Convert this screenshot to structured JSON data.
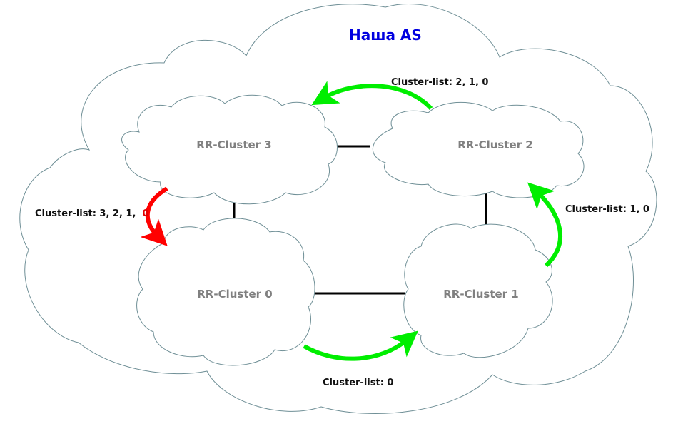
{
  "title": "Наша AS",
  "colors": {
    "title": "#0000e0",
    "cloud_stroke": "#6f8f96",
    "cluster_label": "#808080",
    "link": "#000000",
    "arrow_ok": "#00ee00",
    "arrow_loop": "#ff0000",
    "loop_highlight": "#e00000"
  },
  "clusters": [
    {
      "id": "rr3",
      "label": "RR-Cluster 3"
    },
    {
      "id": "rr2",
      "label": "RR-Cluster 2"
    },
    {
      "id": "rr0",
      "label": "RR-Cluster 0"
    },
    {
      "id": "rr1",
      "label": "RR-Cluster 1"
    }
  ],
  "links": [
    {
      "from": "RR-Cluster 3",
      "to": "RR-Cluster 2"
    },
    {
      "from": "RR-Cluster 3",
      "to": "RR-Cluster 0"
    },
    {
      "from": "RR-Cluster 2",
      "to": "RR-Cluster 1"
    },
    {
      "from": "RR-Cluster 0",
      "to": "RR-Cluster 1"
    }
  ],
  "arrows": [
    {
      "from": "RR-Cluster 0",
      "to": "RR-Cluster 1",
      "color": "green",
      "label": "Cluster-list: 0"
    },
    {
      "from": "RR-Cluster 1",
      "to": "RR-Cluster 2",
      "color": "green",
      "label": "Cluster-list: 1, 0"
    },
    {
      "from": "RR-Cluster 2",
      "to": "RR-Cluster 3",
      "color": "green",
      "label": "Cluster-list: 2, 1, 0"
    },
    {
      "from": "RR-Cluster 3",
      "to": "RR-Cluster 0",
      "color": "red",
      "label_prefix": "Cluster-list: 3, 2, 1,",
      "label_highlight": "0"
    }
  ]
}
